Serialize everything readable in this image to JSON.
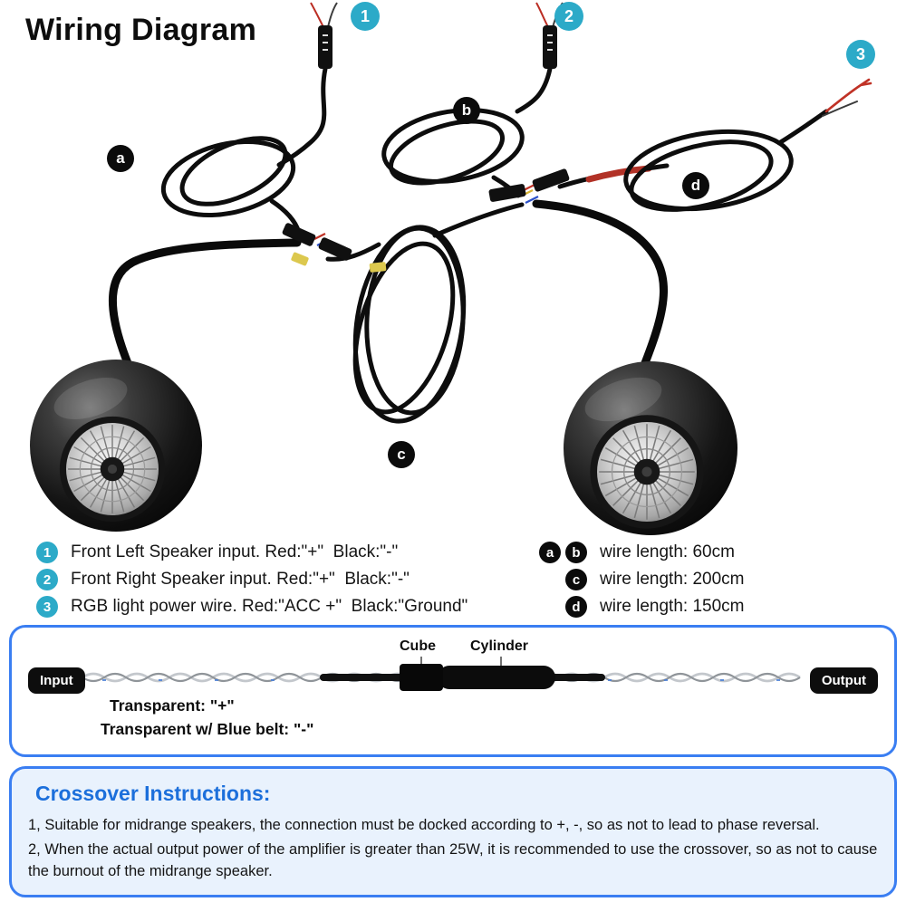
{
  "title": "Wiring Diagram",
  "diagram": {
    "callouts": [
      {
        "id": "1",
        "label": "1"
      },
      {
        "id": "2",
        "label": "2"
      },
      {
        "id": "3",
        "label": "3"
      }
    ],
    "wire_tags": [
      {
        "id": "a",
        "label": "a"
      },
      {
        "id": "b",
        "label": "b"
      },
      {
        "id": "c",
        "label": "c"
      },
      {
        "id": "d",
        "label": "d"
      }
    ]
  },
  "legend": {
    "left_items": [
      {
        "badge": "1",
        "text": "Front Left Speaker input. Red:\"+\"  Black:\"-\""
      },
      {
        "badge": "2",
        "text": "Front Right Speaker input. Red:\"+\"  Black:\"-\""
      },
      {
        "badge": "3",
        "text": "RGB light power wire. Red:\"ACC +\"  Black:\"Ground\""
      }
    ],
    "right_items": [
      {
        "badges": [
          "a",
          "b"
        ],
        "text": "wire length: 60cm"
      },
      {
        "badges": [
          "c"
        ],
        "text": "wire length: 200cm"
      },
      {
        "badges": [
          "d"
        ],
        "text": "wire length: 150cm"
      }
    ]
  },
  "crossover": {
    "input_label": "Input",
    "output_label": "Output",
    "cube_label": "Cube",
    "cylinder_label": "Cylinder",
    "line1": "Transparent: \"+\"",
    "line2": "Transparent w/ Blue belt: \"-\""
  },
  "instructions": {
    "heading": "Crossover Instructions:",
    "lines": [
      "1, Suitable for midrange speakers, the connection must be docked according to +, -, so as not to lead to phase reversal.",
      "2, When the actual output power of the amplifier is greater than 25W, it is recommended to use the crossover, so as not to cause the burnout of the midrange speaker."
    ]
  },
  "colors": {
    "badge_teal": "#2caac8",
    "panel_border_blue": "#3a7ef2",
    "heading_blue": "#1c6fdb",
    "instructions_bg": "#e9f2fd",
    "wire_red": "#c03226"
  }
}
